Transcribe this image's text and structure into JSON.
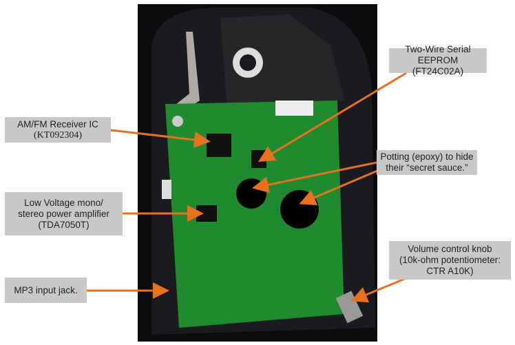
{
  "labels": {
    "eeprom": {
      "line1": "Two-Wire Serial",
      "line2": "EEPROM (FT24C02A)"
    },
    "receiver": {
      "line1": "AM/FM Receiver IC",
      "line2": "(KT092304)"
    },
    "potting": {
      "line1": "Potting (epoxy) to hide",
      "line2": "their “secret sauce.”"
    },
    "amplifier": {
      "line1": "Low Voltage mono/",
      "line2": "stereo power amplifier",
      "line3": "(TDA7050T)"
    },
    "volume": {
      "line1": "Volume control knob",
      "line2": "(10k-ohm potentiometer:",
      "line3": "CTR A10K)"
    },
    "mp3": {
      "line1": "MP3 input jack."
    }
  },
  "colors": {
    "arrow": "#e8711f",
    "label_bg": "#c8c8c8",
    "pcb": "#1f8a2e"
  }
}
